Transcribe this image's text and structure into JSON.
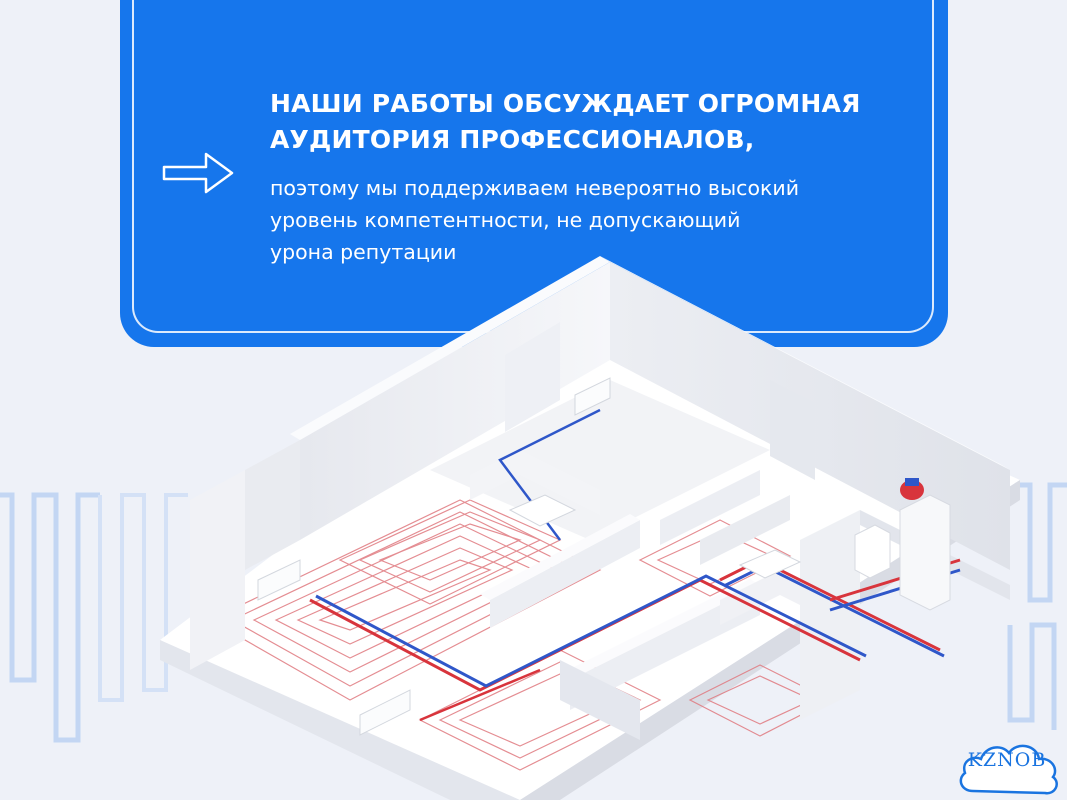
{
  "banner": {
    "headline_lines": [
      "НАШИ РАБОТЫ ОБСУЖДАЕТ ОГРОМНАЯ",
      "АУДИТОРИЯ ПРОФЕССИОНАЛОВ,"
    ],
    "body_lines": [
      "поэтому мы поддерживаем невероятно высокий",
      "уровень компетентности, не допускающий",
      "урона репутации"
    ],
    "icon": "arrow-right-icon"
  },
  "illustration": {
    "subject": "isometric-floor-plan-underfloor-heating",
    "icons": [
      "boiler-icon",
      "expansion-tank-icon",
      "radiator-icon",
      "heating-coil-icon"
    ]
  },
  "logo": {
    "text": "KZNOB",
    "icon": "cloud-icon"
  },
  "colors": {
    "background": "#eef1f8",
    "banner": "#1676ec",
    "pipe_hot": "#d8343c",
    "pipe_cold": "#2f57c9",
    "wall": "#f4f5f8",
    "floor": "#ffffff",
    "logo": "#1a74e0"
  }
}
